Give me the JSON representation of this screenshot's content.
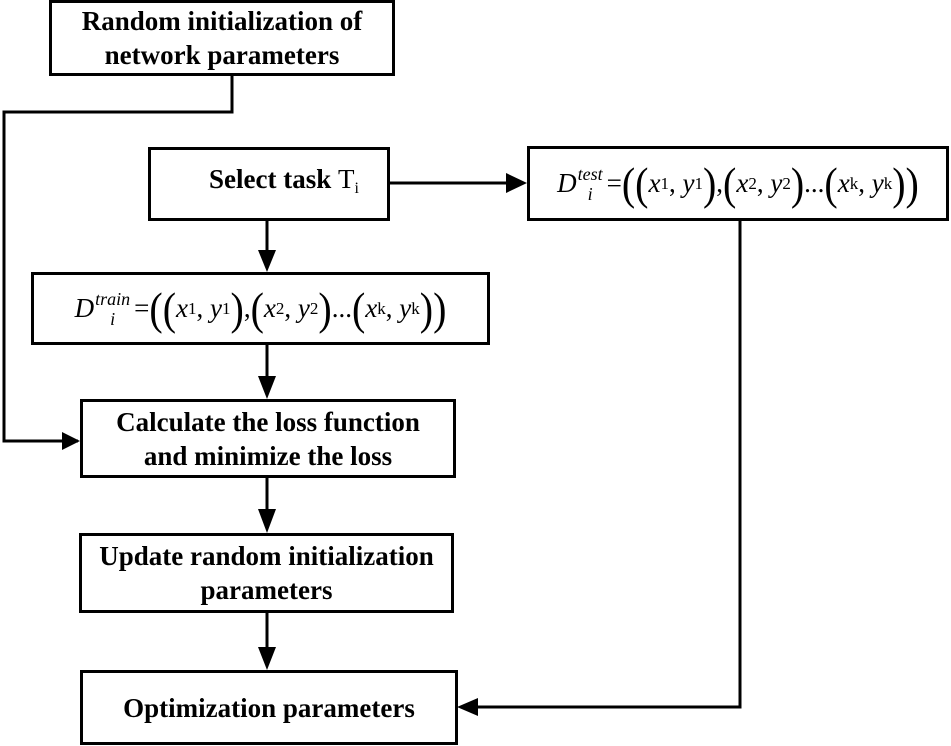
{
  "nodes": {
    "init": {
      "line1": "Random initialization of",
      "line2": "network parameters"
    },
    "select": {
      "text": "Select task",
      "task_symbol": "T",
      "task_sub": "i"
    },
    "test": {
      "symbol": "D",
      "sup": "test",
      "sub": "i",
      "eq": "=",
      "x1": "x",
      "x1_sub": "1",
      "y1": "y",
      "y1_sub": "1",
      "x2": "x",
      "x2_sub": "2",
      "y2": "y",
      "y2_sub": "2",
      "ellipsis": "...",
      "xk": "x",
      "xk_sub": "k",
      "yk": "y",
      "yk_sub": "k"
    },
    "train": {
      "symbol": "D",
      "sup": "train",
      "sub": "i",
      "eq": "=",
      "x1": "x",
      "x1_sub": "1",
      "y1": "y",
      "y1_sub": "1",
      "x2": "x",
      "x2_sub": "2",
      "y2": "y",
      "y2_sub": "2",
      "ellipsis": "...",
      "xk": "x",
      "xk_sub": "k",
      "yk": "y",
      "yk_sub": "k"
    },
    "loss": {
      "line1": "Calculate the loss function",
      "line2": "and minimize the loss"
    },
    "update": {
      "line1": "Update random initialization",
      "line2": "parameters"
    },
    "optimize": {
      "text": "Optimization parameters"
    }
  },
  "colors": {
    "stroke": "#000000",
    "background": "#ffffff"
  }
}
